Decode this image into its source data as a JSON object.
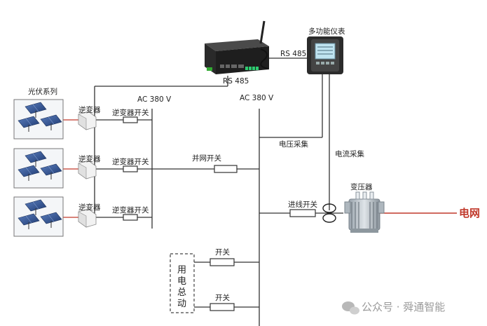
{
  "labels": {
    "pv_array": "光伏系列",
    "inverter": "逆变器",
    "inverter_switch": "逆变器开关",
    "ac_voltage": "AC 380 V",
    "rs485": "RS 485",
    "meter": "多功能仪表",
    "voltage_sampling": "电压采集",
    "current_sampling": "电流采集",
    "grid_switch": "并网开关",
    "incoming_switch": "进线开关",
    "transformer": "变压器",
    "grid": "电网",
    "switch": "开关",
    "load_chars": [
      "用",
      "电",
      "总",
      "动"
    ]
  },
  "watermark": {
    "text": "公众号 · 舜通智能",
    "icon": "wechat-icon"
  },
  "colors": {
    "grid": "#c0392b",
    "line": "#333333",
    "pv_link": "#c0392b"
  }
}
